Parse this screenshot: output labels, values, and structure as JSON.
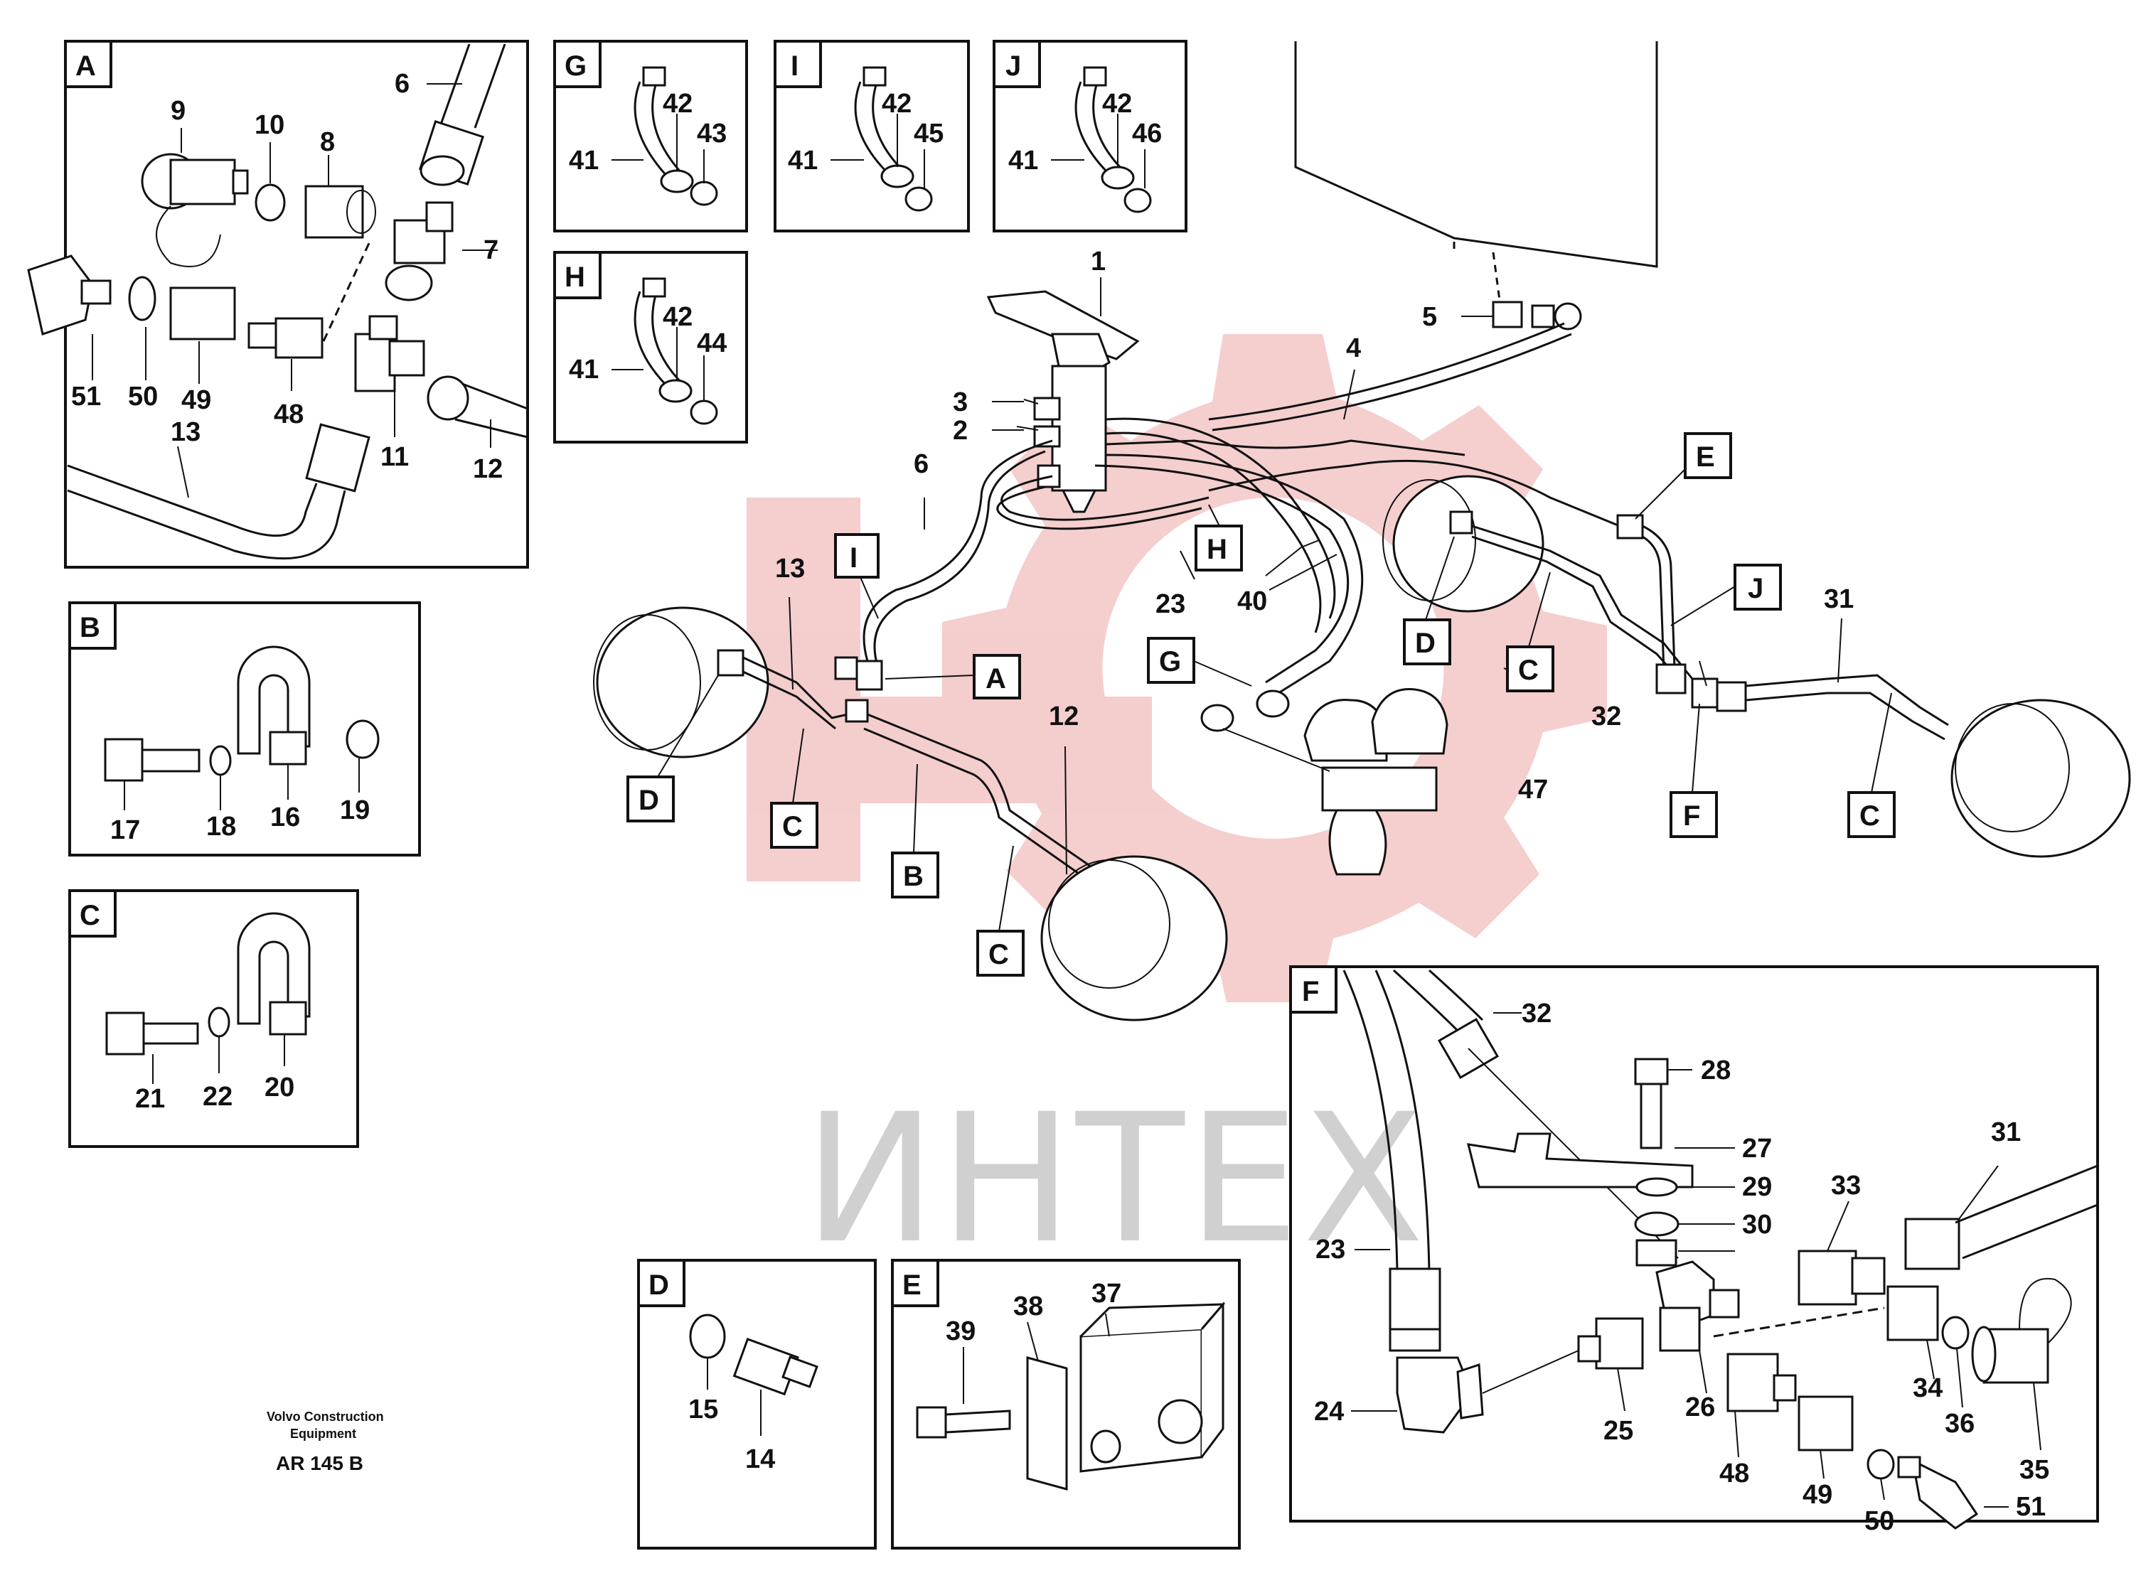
{
  "watermark": {
    "text": "ИНТЕХ",
    "logo_color": "#f3c5c5",
    "text_color": "#d0d0d0"
  },
  "publisher": {
    "line1": "Volvo Construction",
    "line2": "Equipment",
    "code": "AR 145 B"
  },
  "panels": {
    "A": {
      "letter": "A",
      "parts": [
        "6",
        "9",
        "10",
        "8",
        "7",
        "51",
        "50",
        "49",
        "48",
        "13",
        "11",
        "12"
      ]
    },
    "B": {
      "letter": "B",
      "parts": [
        "17",
        "18",
        "16",
        "19"
      ]
    },
    "C": {
      "letter": "C",
      "parts": [
        "21",
        "22",
        "20"
      ]
    },
    "D": {
      "letter": "D",
      "parts": [
        "15",
        "14"
      ]
    },
    "E": {
      "letter": "E",
      "parts": [
        "39",
        "38",
        "37"
      ]
    },
    "F": {
      "letter": "F",
      "parts": [
        "32",
        "28",
        "27",
        "29",
        "30",
        "31",
        "33",
        "23",
        "24",
        "25",
        "26",
        "34",
        "36",
        "35",
        "48",
        "49",
        "50",
        "51"
      ]
    },
    "G": {
      "letter": "G",
      "parts": [
        "41",
        "42",
        "43"
      ]
    },
    "H": {
      "letter": "H",
      "parts": [
        "41",
        "42",
        "44"
      ]
    },
    "I": {
      "letter": "I",
      "parts": [
        "41",
        "42",
        "45"
      ]
    },
    "J": {
      "letter": "J",
      "parts": [
        "41",
        "42",
        "46"
      ]
    }
  },
  "main": {
    "parts": [
      "1",
      "2",
      "3",
      "4",
      "5",
      "6",
      "13",
      "12",
      "23",
      "40",
      "31",
      "32",
      "47"
    ],
    "tags": [
      "I",
      "A",
      "D",
      "C",
      "B",
      "C",
      "H",
      "G",
      "E",
      "D",
      "C",
      "J",
      "F",
      "C"
    ]
  }
}
